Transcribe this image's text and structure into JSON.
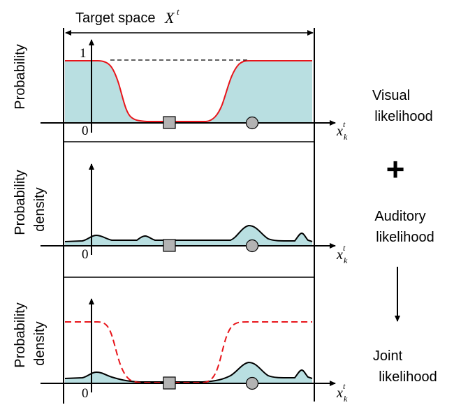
{
  "header": {
    "target_space_label": "Target space",
    "target_space_symbol": "X",
    "target_space_sup": "t"
  },
  "panels": [
    {
      "id": "visual",
      "ylabel_lines": [
        "Probability"
      ],
      "y_tick_top": "1",
      "origin_label": "0",
      "x_symbol": "x",
      "x_sup": "t",
      "x_sub": "k"
    },
    {
      "id": "auditory",
      "ylabel_lines": [
        "Probability",
        "density"
      ],
      "origin_label": "0",
      "x_symbol": "x",
      "x_sup": "t",
      "x_sub": "k"
    },
    {
      "id": "joint",
      "ylabel_lines": [
        "Probability",
        "density"
      ],
      "origin_label": "0",
      "x_symbol": "x",
      "x_sup": "t",
      "x_sub": "k"
    }
  ],
  "right_labels": {
    "visual_line1": "Visual",
    "visual_line2": "likelihood",
    "plus_sign": "+",
    "auditory_line1": "Auditory",
    "auditory_line2": "likelihood",
    "joint_line1": "Joint",
    "joint_line2": "likelihood"
  },
  "colors": {
    "fill": "#b9dfe1",
    "visual_curve": "#e8141a",
    "marker": "#b3b3b3",
    "axis": "#000000"
  }
}
